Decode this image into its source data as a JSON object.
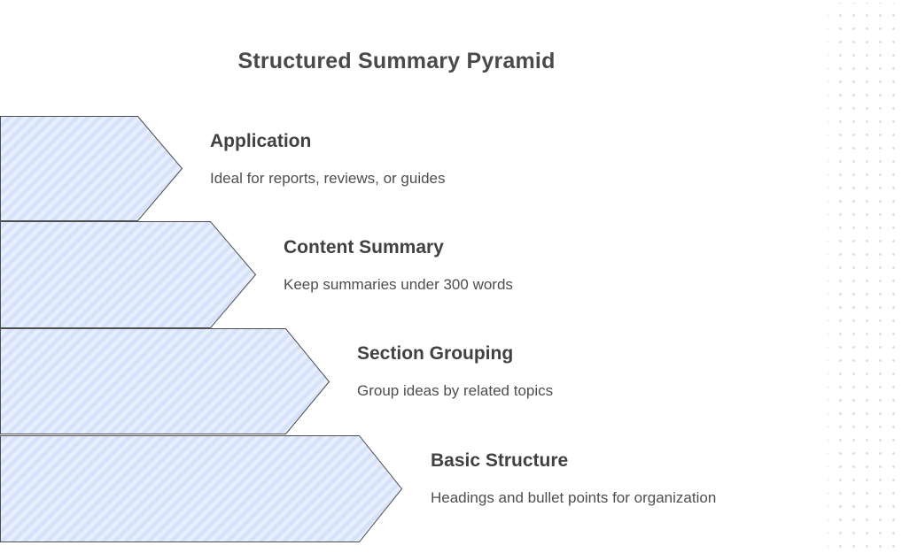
{
  "title": "Structured Summary Pyramid",
  "pyramid": {
    "levels": [
      {
        "title": "Application",
        "subtitle": "Ideal for reports, reviews, or guides"
      },
      {
        "title": "Content Summary",
        "subtitle": "Keep summaries under 300 words"
      },
      {
        "title": "Section Grouping",
        "subtitle": "Group ideas by related topics"
      },
      {
        "title": "Basic Structure",
        "subtitle": "Headings and bullet points for organization"
      }
    ],
    "colors": {
      "arrow_fill_light": "#e7eefd",
      "arrow_fill_dark": "#d6e2fa",
      "arrow_border": "#4d4d4d"
    }
  },
  "text_colors": {
    "diagram_title": "#4a4a4a",
    "level_title": "#414141",
    "level_subtitle": "#4e4e4e"
  },
  "decor": {
    "dot_color": "#e1e1e1",
    "background": "#ffffff"
  }
}
